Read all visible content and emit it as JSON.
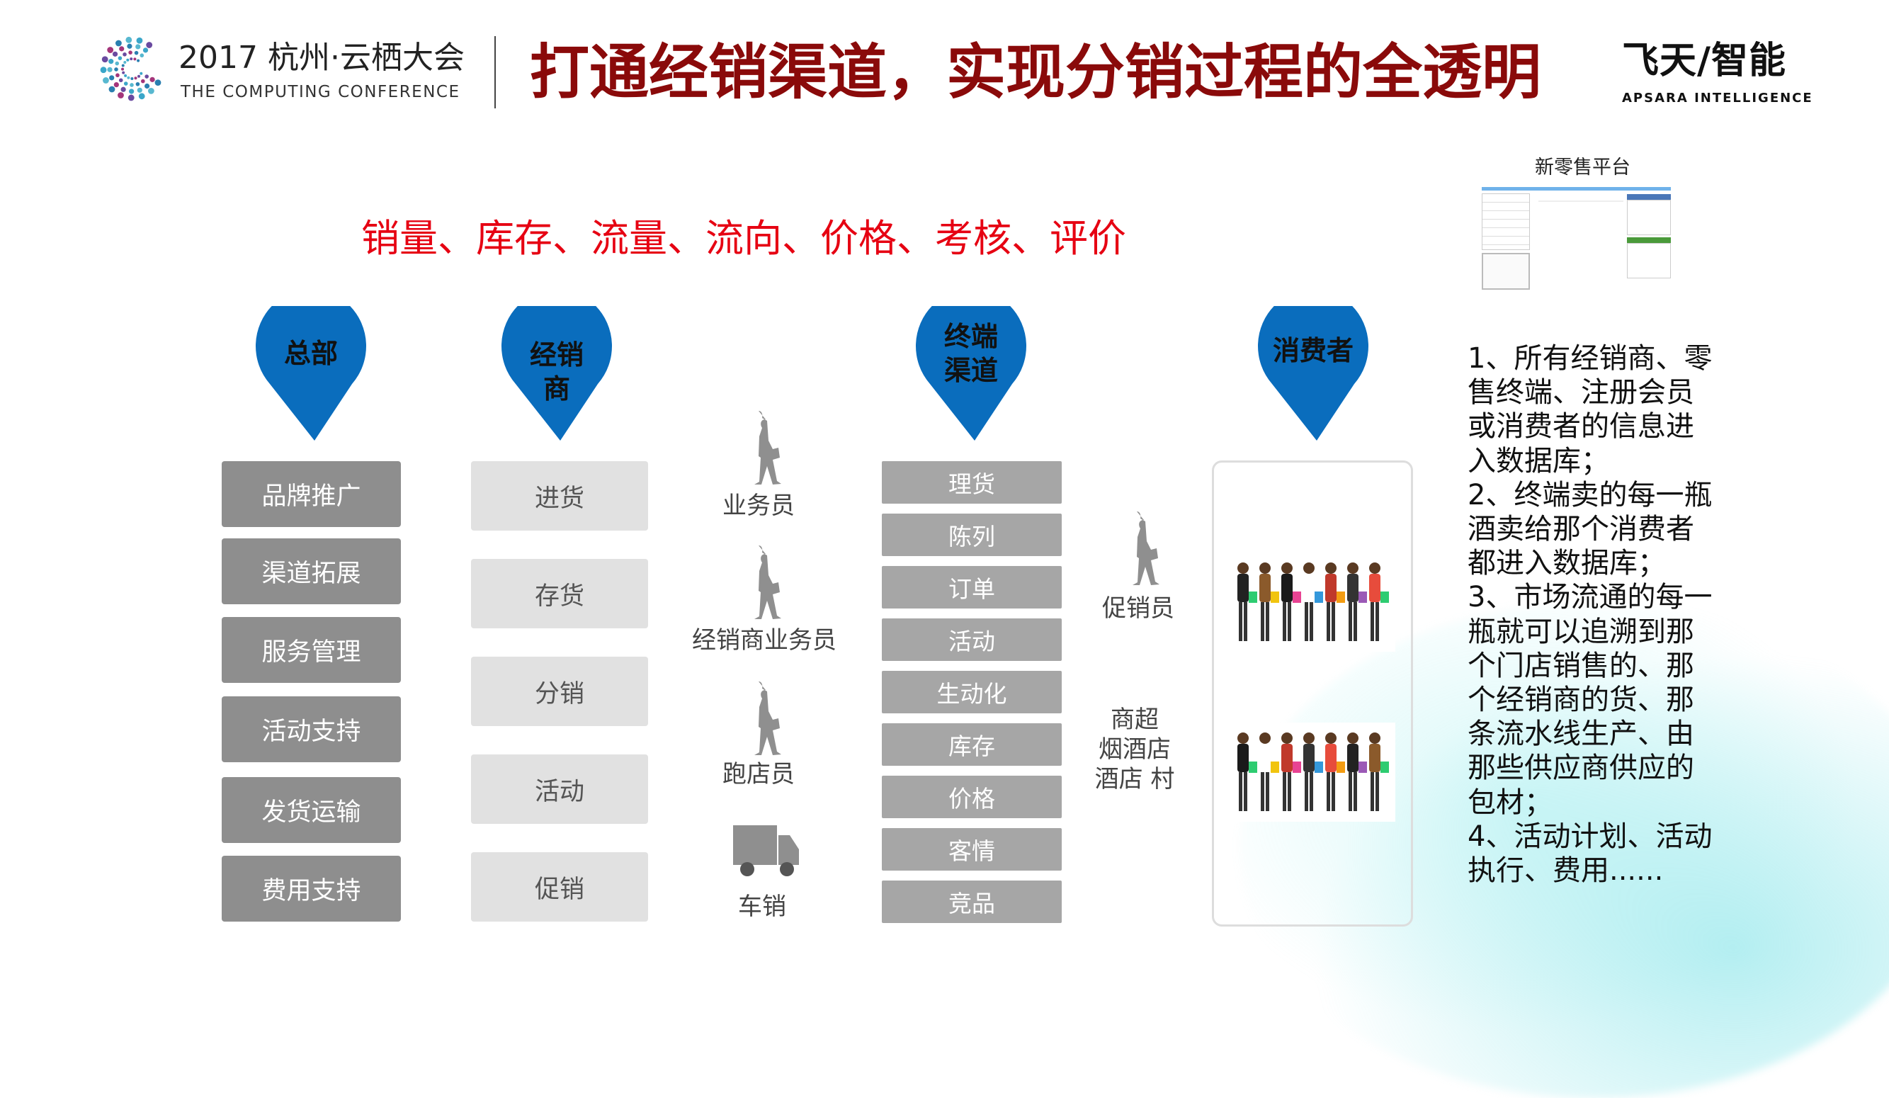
{
  "header": {
    "conference_title": "2017 杭州·云栖大会",
    "conference_subtitle": "THE COMPUTING CONFERENCE",
    "slide_title": "打通经销渠道，实现分销过程的全透明",
    "brand": "飞天/智能",
    "brand_subtitle": "APSARA INTELLIGENCE"
  },
  "subtitle": "销量、库存、流量、流向、价格、考核、评价",
  "colors": {
    "title": "#8a0a0a",
    "subtitle": "#e60012",
    "pin": "#0a6dbd",
    "hq_box": "#8e8e8e",
    "dealer_box": "#e1e1e1",
    "terminal_box": "#a6a6a6"
  },
  "columns": {
    "hq": {
      "label": "总部",
      "items": [
        "品牌推广",
        "渠道拓展",
        "服务管理",
        "活动支持",
        "发货运输",
        "费用支持"
      ]
    },
    "dealer": {
      "label": "经销商",
      "label_lines": [
        "经销",
        "商"
      ],
      "items": [
        "进货",
        "存货",
        "分销",
        "活动",
        "促销"
      ]
    },
    "roles": [
      {
        "icon": "walking-person-icon",
        "label": "业务员"
      },
      {
        "icon": "walking-person-icon",
        "label": "经销商业务员"
      },
      {
        "icon": "walking-person-icon",
        "label": "跑店员"
      },
      {
        "icon": "truck-icon",
        "label": "车销"
      }
    ],
    "terminal": {
      "label_lines": [
        "终端",
        "渠道"
      ],
      "items": [
        "理货",
        "陈列",
        "订单",
        "活动",
        "生动化",
        "库存",
        "价格",
        "客情",
        "竞品"
      ]
    },
    "promoter": {
      "icon": "walking-person-icon",
      "label": "促销员"
    },
    "outlets": [
      "商超",
      "烟酒店",
      "酒店 村"
    ],
    "consumer": {
      "label": "消费者"
    }
  },
  "platform": {
    "title": "新零售平台"
  },
  "notes": [
    [
      "1、所有经销商、零",
      "售终端、注册会员",
      "或消费者的信息进",
      "入数据库；"
    ],
    [
      "2、终端卖的每一瓶",
      "酒卖给那个消费者",
      "都进入数据库；"
    ],
    [
      "3、市场流通的每一",
      "瓶就可以追溯到那",
      "个门店销售的、那",
      "个经销商的货、那",
      "条流水线生产、由",
      "那些供应商供应的",
      "包材；"
    ],
    [
      "4、活动计划、活动",
      "执行、费用......"
    ]
  ]
}
